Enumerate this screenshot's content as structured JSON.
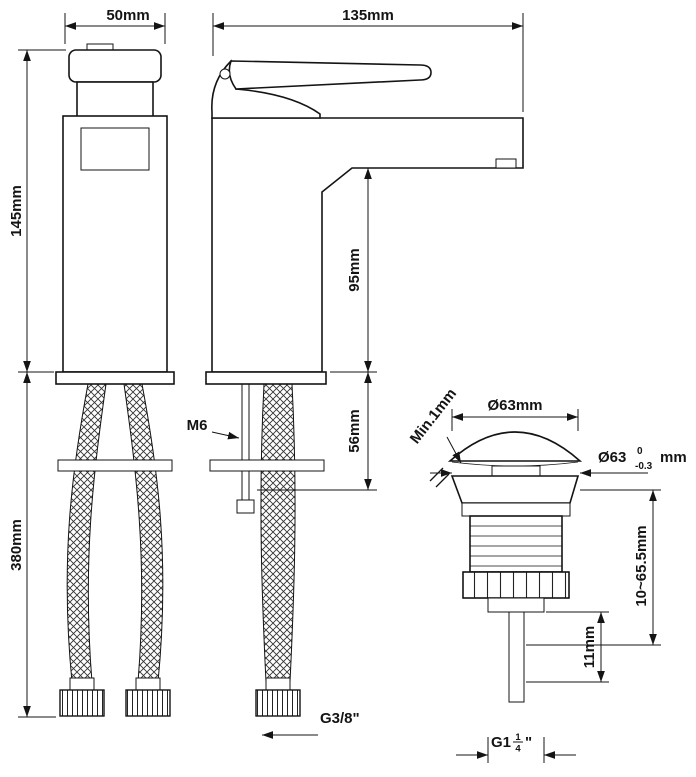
{
  "page": {
    "background": "#ffffff",
    "ink": "#141414"
  },
  "dims": {
    "front_width": "50mm",
    "spout_reach": "135mm",
    "body_height": "145mm",
    "hose_length": "380mm",
    "spout_height": "95mm",
    "under_deck": "56mm",
    "fixing_screw": "M6",
    "inlet_thread": "G3/8\"",
    "cap_clearance": "Min.1mm",
    "cap_diameter": "Ø63mm",
    "flange_diameter": "Ø63",
    "flange_tol_upper": "0",
    "flange_tol_lower": "-0.3",
    "flange_unit": "mm",
    "mount_range": "10~65.5mm",
    "tail_length": "11mm",
    "waste_thread_base": "G1",
    "waste_thread_numerator": "1",
    "waste_thread_denominator": "4",
    "waste_thread_inch": "\""
  }
}
